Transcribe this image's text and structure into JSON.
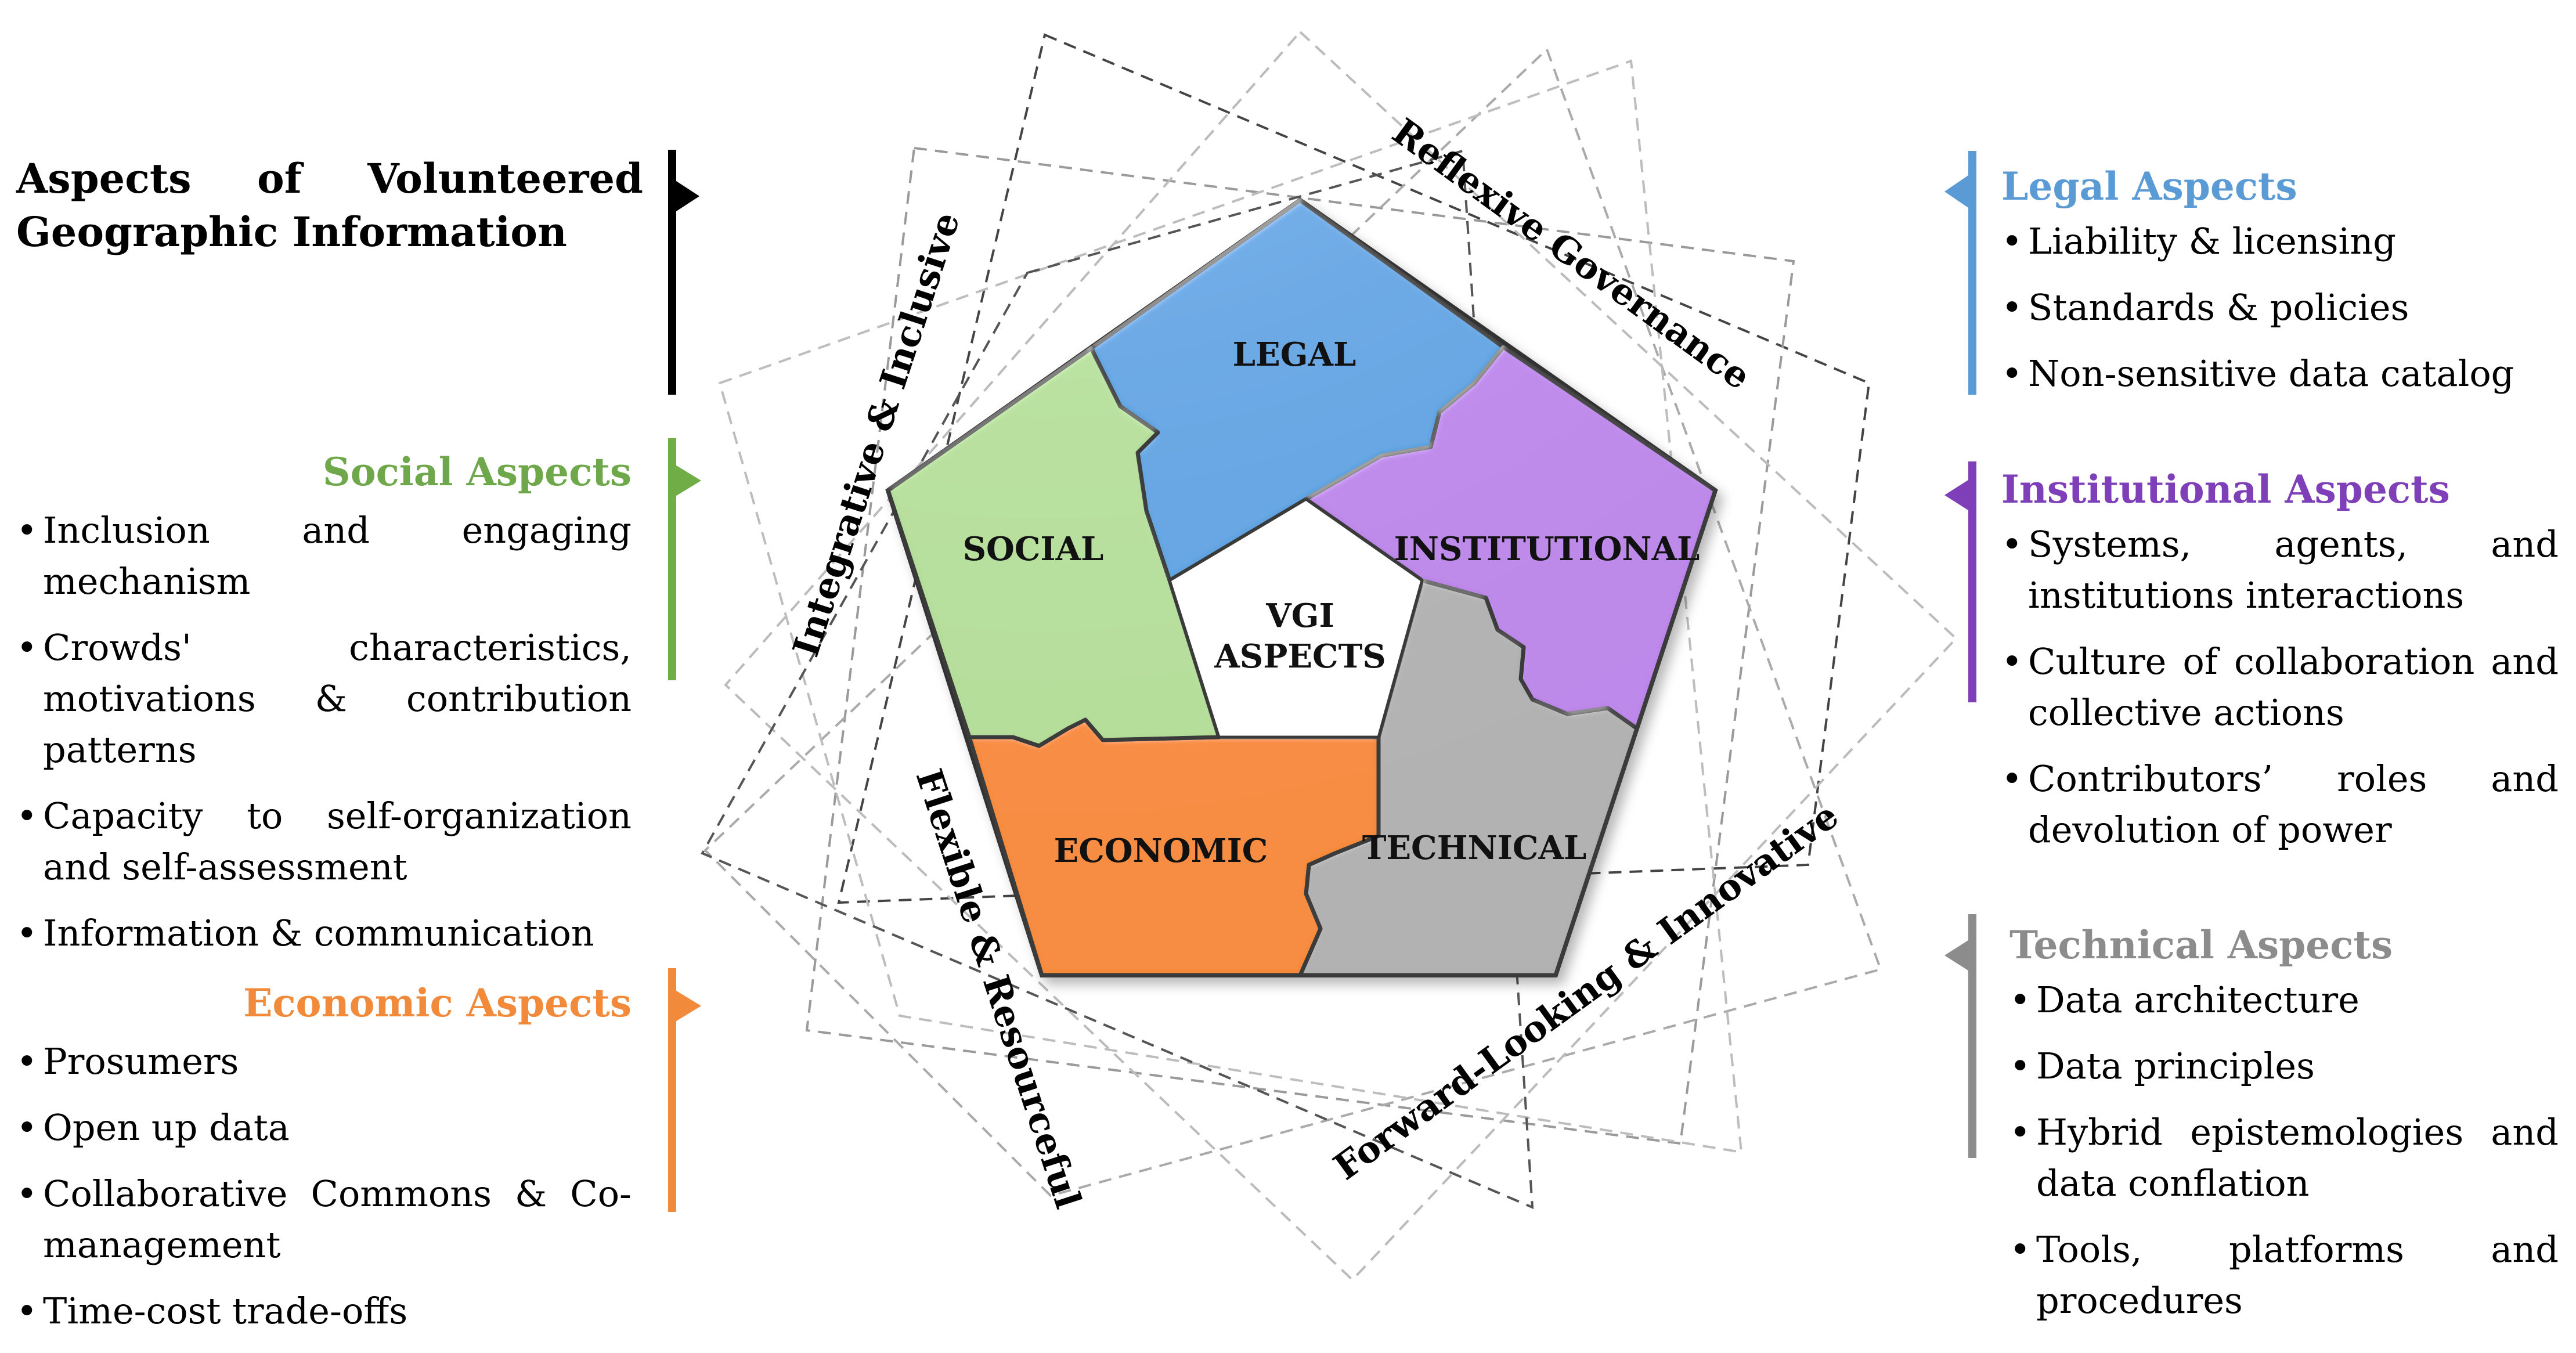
{
  "title": "Aspects of Volunteered Geographic Information",
  "center_label": "VGI ASPECTS",
  "center_lines": [
    "VGI",
    "ASPECTS"
  ],
  "pieces": {
    "legal": {
      "label": "LEGAL",
      "color": "#5ea2e0"
    },
    "institutional": {
      "label": "INSTITUTIONAL",
      "color": "#bb86e8"
    },
    "technical": {
      "label": "TECHNICAL",
      "color": "#b0b0b0"
    },
    "economic": {
      "label": "ECONOMIC",
      "color": "#f68a3a"
    },
    "social": {
      "label": "SOCIAL",
      "color": "#b3dc98"
    }
  },
  "ring_labels": {
    "reflexive": "Reflexive Governance",
    "integrative": "Integrative & Inclusive",
    "flexible": "Flexible & Resourceful",
    "forward": "Forward-Looking & Innovative"
  },
  "aspects": {
    "social": {
      "title": "Social Aspects",
      "color": "#6fa84a",
      "items": [
        "Inclusion and engaging mechanism",
        "Crowds' characteristics, motivations & contribution patterns",
        "Capacity to self-organization and self-assessment",
        "Information & communication"
      ]
    },
    "economic": {
      "title": "Economic Aspects",
      "color": "#f28a3c",
      "items": [
        "Prosumers",
        "Open up data",
        "Collaborative Commons & Co-management",
        "Time-cost trade-offs"
      ]
    },
    "legal": {
      "title": "Legal Aspects",
      "color": "#5b9bd5",
      "items": [
        "Liability & licensing",
        "Standards & policies",
        "Non-sensitive data catalog"
      ]
    },
    "institutional": {
      "title": "Institutional Aspects",
      "color": "#7e3fb8",
      "items": [
        "Systems, agents, and institutions interactions",
        "Culture of collaboration and collective actions",
        "Contributors’ roles and devolution of power"
      ]
    },
    "technical": {
      "title": "Technical Aspects",
      "color": "#8c8c8c",
      "items": [
        "Data architecture",
        "Data principles",
        "Hybrid epistemologies and data conflation",
        "Tools, platforms and procedures"
      ]
    }
  }
}
